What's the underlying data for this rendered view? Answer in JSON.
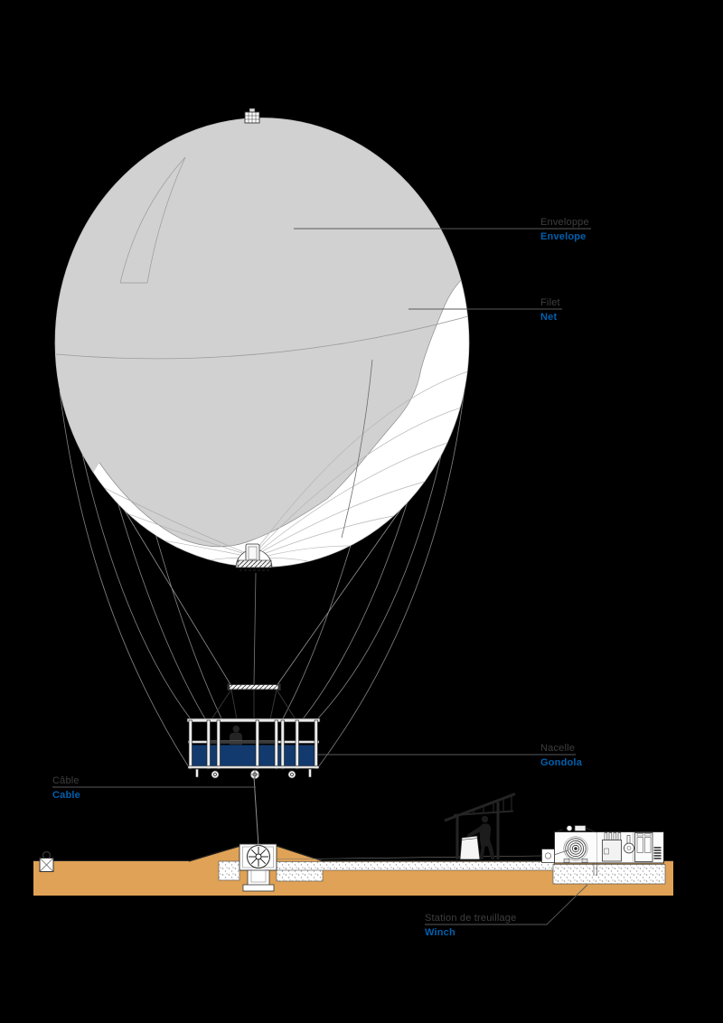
{
  "diagram": {
    "labels": {
      "envelope": {
        "fr": "Enveloppe",
        "en": "Envelope"
      },
      "net": {
        "fr": "Filet",
        "en": "Net"
      },
      "gondola": {
        "fr": "Nacelle",
        "en": "Gondola"
      },
      "cable": {
        "fr": "Câble",
        "en": "Cable"
      },
      "winch": {
        "fr": "Station de treuillage",
        "en": "Winch"
      }
    },
    "colors": {
      "bg": "#000000",
      "french-label": "#3f3f3f",
      "english-label": "#0060ae",
      "balloon-gray": "#d1d1d1",
      "net-white": "#ffffff",
      "gondola-blue": "#123a6e",
      "ground-tan": "#dfa256",
      "leader-line": "#5a5a5a"
    }
  }
}
